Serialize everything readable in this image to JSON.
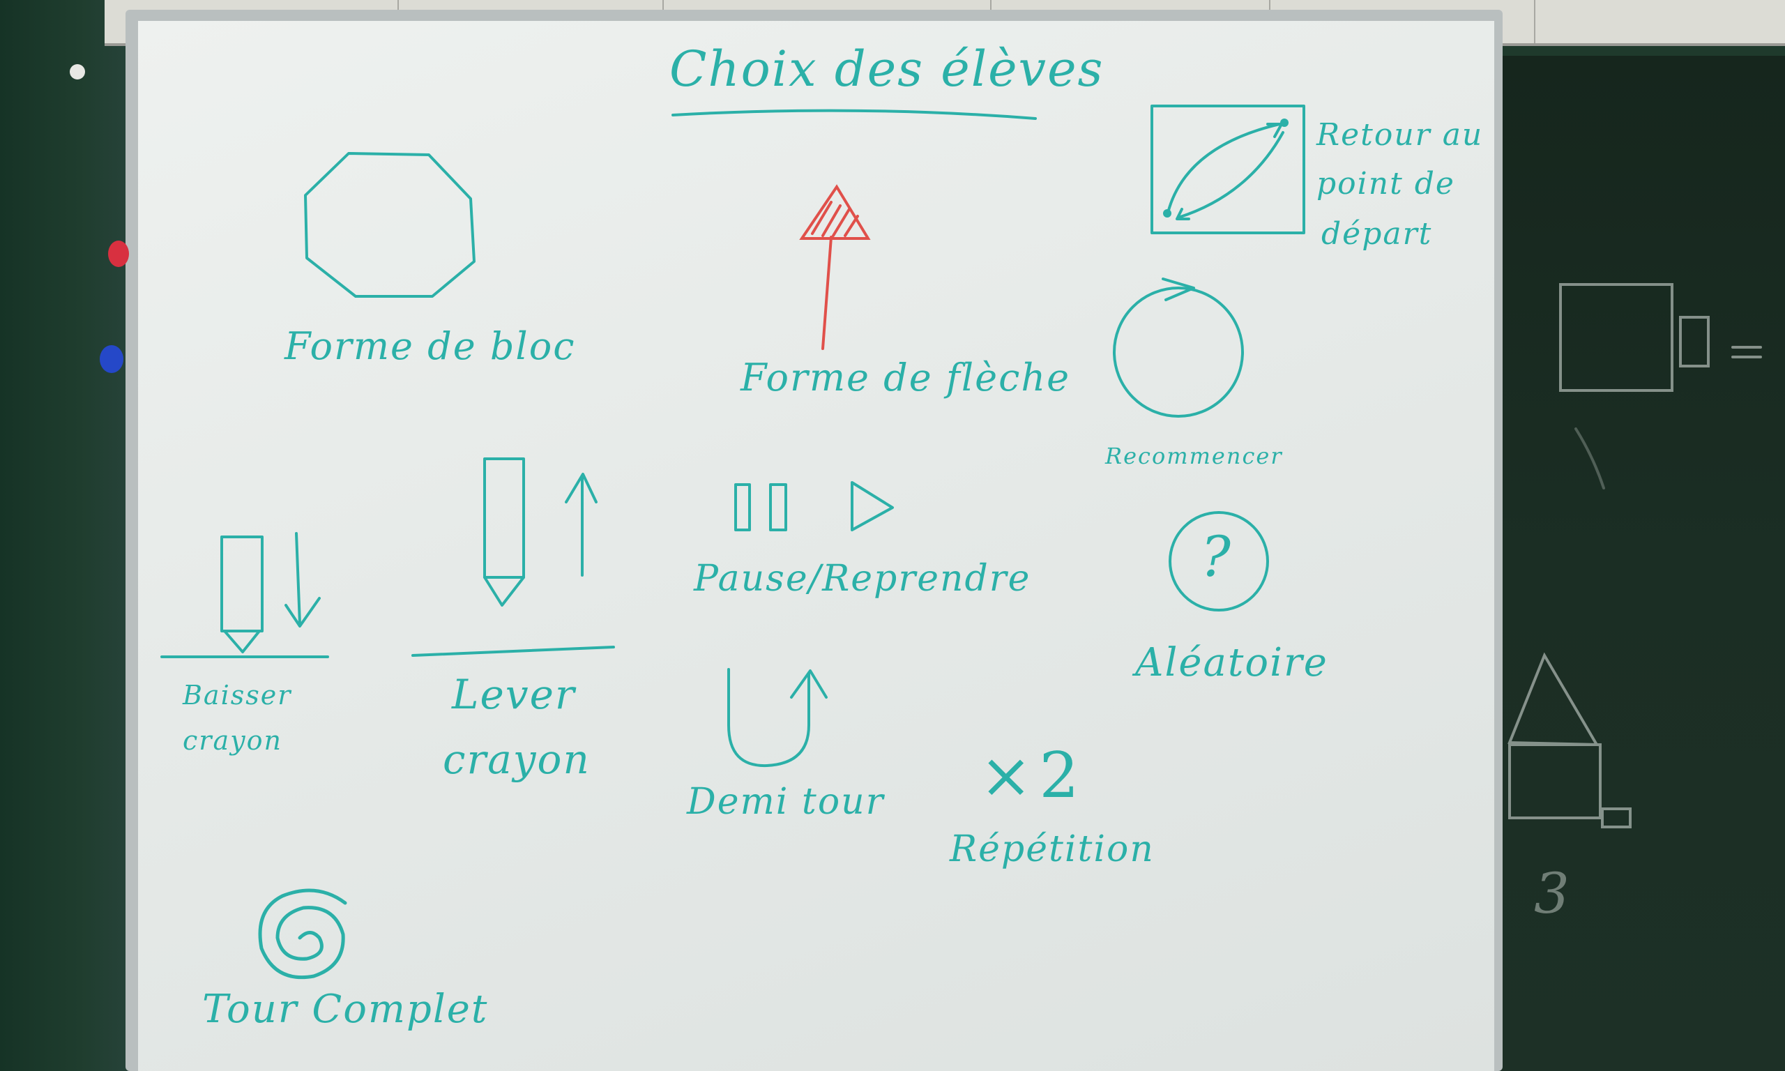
{
  "board": {
    "title": "Choix des élèves",
    "items": {
      "return_label_1": "Retour au",
      "return_label_2": "point de",
      "return_label_3": "départ",
      "block_shape": "Forme de bloc",
      "arrow_shape": "Forme de flèche",
      "restart": "Recommencer",
      "pause_resume": "Pause/Reprendre",
      "random": "Aléatoire",
      "random_symbol": "?",
      "lower_pencil_1": "Baisser",
      "lower_pencil_2": "crayon",
      "raise_pencil_1": "Lever",
      "raise_pencil_2": "crayon",
      "half_turn": "Demi tour",
      "repeat_symbol": "×2",
      "repeat": "Répétition",
      "full_turn": "Tour Complet"
    }
  },
  "chalkboard": {
    "number": "3"
  },
  "colors": {
    "marker_teal": "#2bb0a8",
    "marker_red": "#e0504a",
    "whiteboard": "#e9ecea",
    "chalkboard": "#1c2f25",
    "chalk": "#a9b3ad"
  }
}
